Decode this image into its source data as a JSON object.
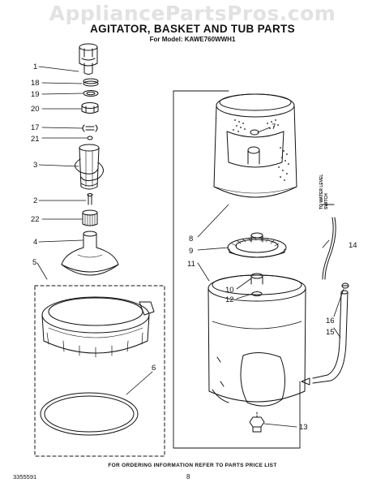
{
  "watermark": "AppliancePartsPros.com",
  "title": "AGITATOR, BASKET AND TUB PARTS",
  "subtitle": "For Model: KAWE760WWH1",
  "footer": "FOR ORDERING INFORMATION REFER TO PARTS PRICE LIST",
  "doc_number": "3355591",
  "page_number": "8",
  "side_note": {
    "line1": "TO WATER LEVEL",
    "line2": "SWITCH"
  },
  "callouts": {
    "c1": "1",
    "c18": "18",
    "c19": "19",
    "c20": "20",
    "c17": "17",
    "c21": "21",
    "c3": "3",
    "c2": "2",
    "c22": "22",
    "c4": "4",
    "c5": "5",
    "c6": "6",
    "c7": "7",
    "c8": "8",
    "c9": "9",
    "c11": "11",
    "c10": "10",
    "c12": "12",
    "c13": "13",
    "c14": "14",
    "c16": "16",
    "c15": "15"
  }
}
